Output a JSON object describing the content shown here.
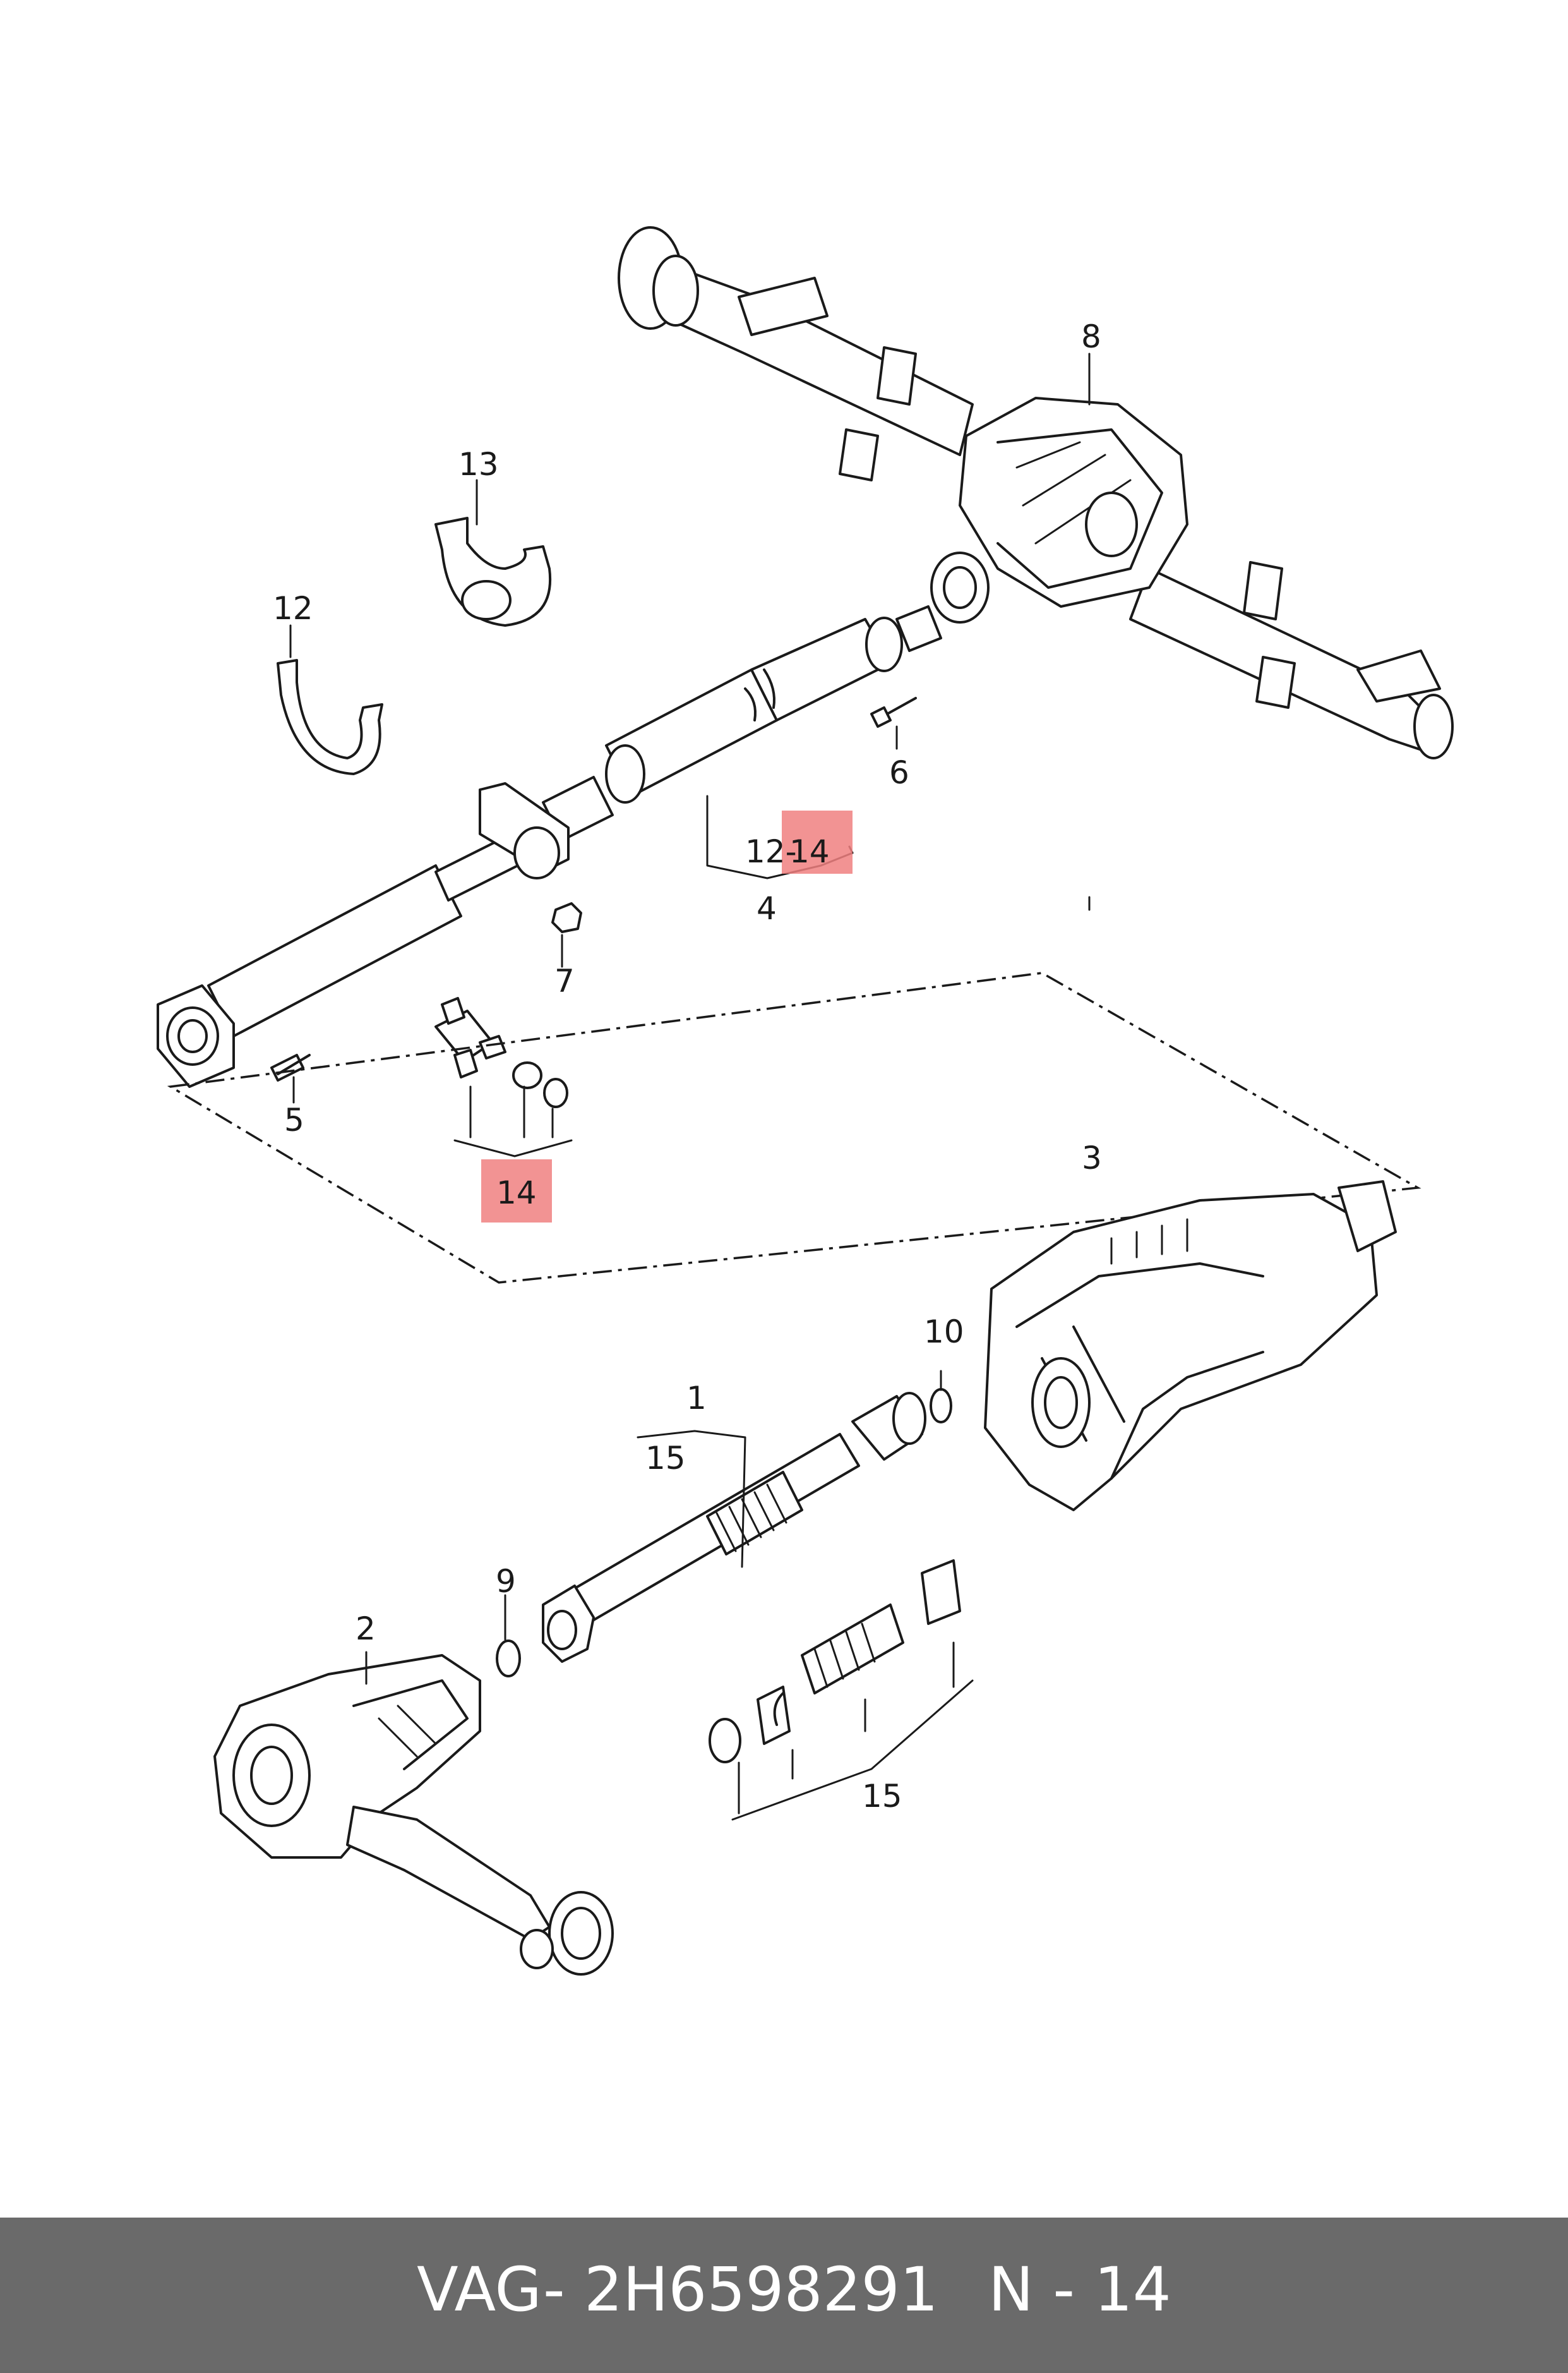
{
  "callouts": {
    "c1": "1",
    "c2": "2",
    "c3": "3",
    "c4": "4",
    "c5": "5",
    "c6": "6",
    "c7": "7",
    "c8": "8",
    "c9": "9",
    "c10": "10",
    "c12": "12",
    "c13": "13",
    "c14a": "14",
    "c15a": "15",
    "c15b": "15",
    "range_start": "12-",
    "range_end": "14"
  },
  "highlight": {
    "color": "#f08080",
    "target": "14"
  },
  "footer": {
    "brand": "VAG",
    "separator": "-",
    "part_number": "2H6598291",
    "page_ref": "N - 14"
  }
}
